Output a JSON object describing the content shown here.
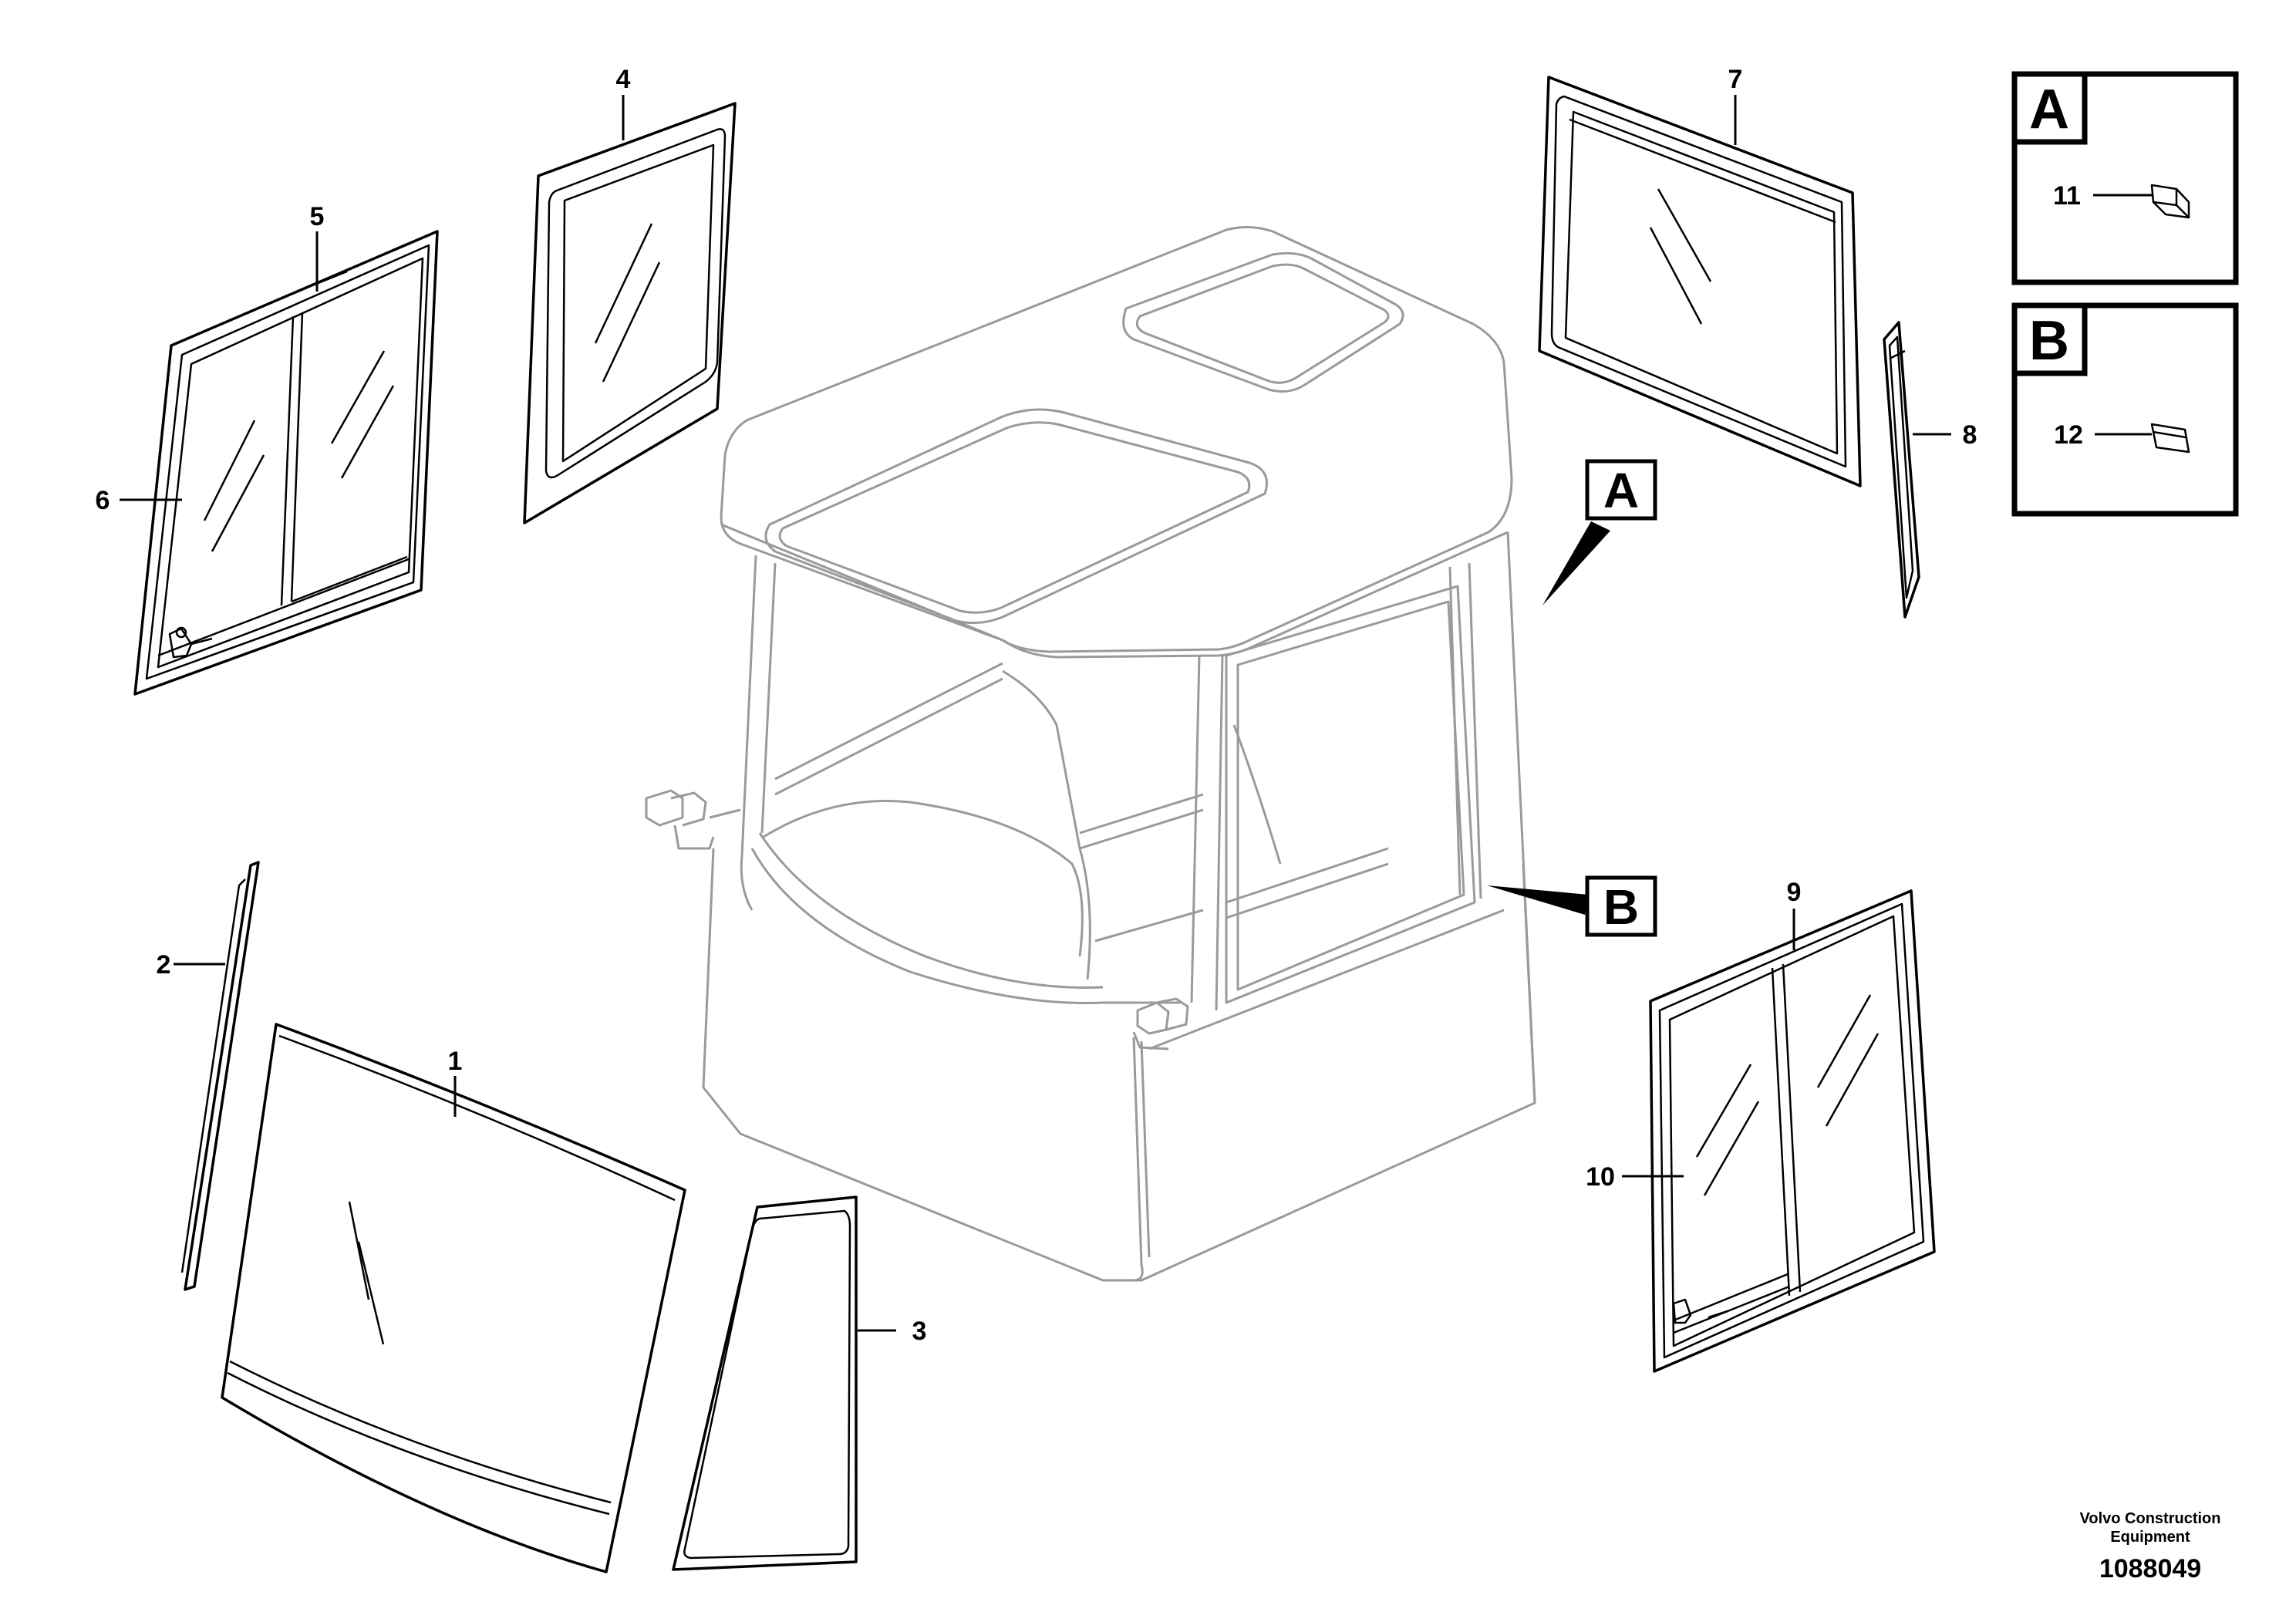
{
  "parts": {
    "p1": "1",
    "p2": "2",
    "p3": "3",
    "p4": "4",
    "p5": "5",
    "p6": "6",
    "p7": "7",
    "p8": "8",
    "p9": "9",
    "p10": "10",
    "p11": "11",
    "p12": "12"
  },
  "callouts": {
    "a": "A",
    "b": "B"
  },
  "detail_boxes": {
    "a_title": "A",
    "b_title": "B"
  },
  "footer": {
    "company_line1": "Volvo Construction",
    "company_line2": "Equipment",
    "drawing_number": "1088049"
  }
}
